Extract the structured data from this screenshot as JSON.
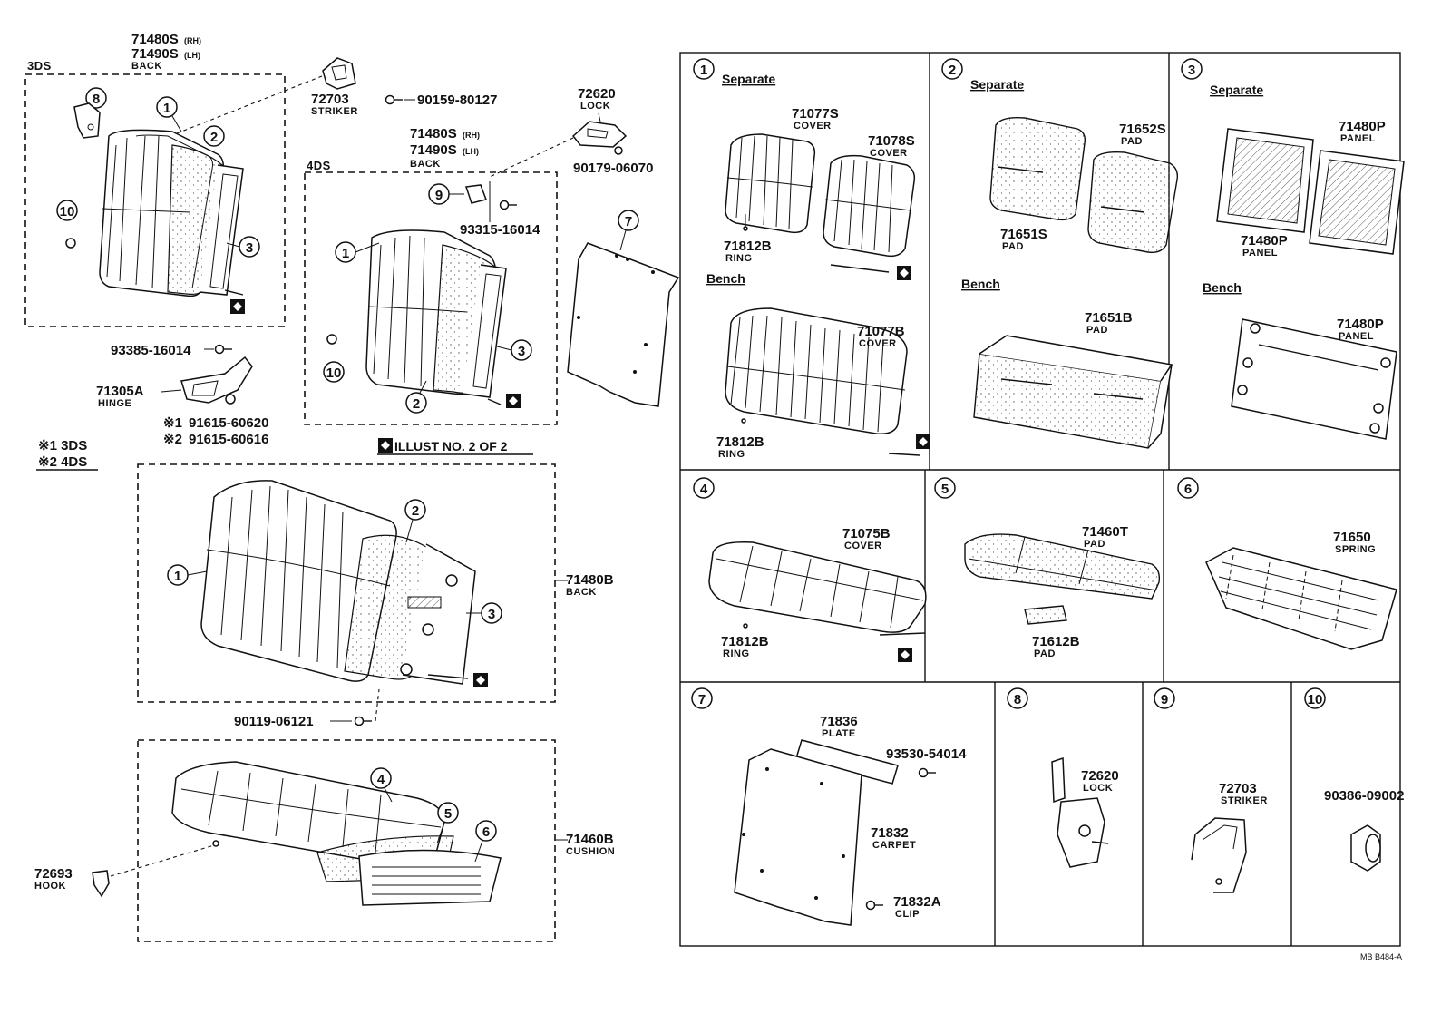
{
  "left": {
    "box_3ds": {
      "label": "3DS",
      "back_rh": "71480S",
      "back_rh_suffix": "(RH)",
      "back_lh": "71490S",
      "back_lh_suffix": "(LH)",
      "back_name": "BACK",
      "callouts": [
        "1",
        "2",
        "3",
        "8",
        "10"
      ]
    },
    "striker_no": "72703",
    "striker_name": "STRIKER",
    "bolt_striker": "90159-80127",
    "lock_no": "72620",
    "lock_name": "LOCK",
    "bolt_lock": "90179-06070",
    "box_4ds": {
      "label": "4DS",
      "back_rh": "71480S",
      "back_rh_suffix": "(RH)",
      "back_lh": "71490S",
      "back_lh_suffix": "(LH)",
      "back_name": "BACK",
      "callouts": [
        "1",
        "2",
        "3",
        "9",
        "10"
      ],
      "bolt": "93315-16014"
    },
    "callout_7": "7",
    "bolt_hinge": "93385-16014",
    "hinge_no": "71305A",
    "hinge_name": "HINGE",
    "note1": "※1",
    "note1_part": "91615-60620",
    "note2": "※2",
    "note2_part": "91615-60616",
    "legend1": "※1 3DS",
    "legend2": "※2 4DS",
    "illust_note": "ILLUST NO. 2 OF 2",
    "bench_back_no": "71480B",
    "bench_back_name": "BACK",
    "bench_callouts": [
      "1",
      "2",
      "3"
    ],
    "bolt_bottom": "90119-06121",
    "cushion_no": "71460B",
    "cushion_name": "CUSHION",
    "cushion_callouts": [
      "4",
      "5",
      "6"
    ],
    "hook_no": "72693",
    "hook_name": "HOOK"
  },
  "grid": {
    "cells": [
      {
        "num": "1",
        "sep": "Separate",
        "bench": "Bench",
        "parts": [
          {
            "no": "71077S",
            "name": "COVER"
          },
          {
            "no": "71078S",
            "name": "COVER"
          },
          {
            "no": "71812B",
            "name": "RING"
          },
          {
            "no": "71077B",
            "name": "COVER"
          },
          {
            "no": "71812B",
            "name": "RING"
          }
        ]
      },
      {
        "num": "2",
        "sep": "Separate",
        "bench": "Bench",
        "parts": [
          {
            "no": "71652S",
            "name": "PAD"
          },
          {
            "no": "71651S",
            "name": "PAD"
          },
          {
            "no": "71651B",
            "name": "PAD"
          }
        ]
      },
      {
        "num": "3",
        "sep": "Separate",
        "bench": "Bench",
        "parts": [
          {
            "no": "71480P",
            "name": "PANEL"
          },
          {
            "no": "71480P",
            "name": "PANEL"
          },
          {
            "no": "71480P",
            "name": "PANEL"
          }
        ]
      },
      {
        "num": "4",
        "parts": [
          {
            "no": "71075B",
            "name": "COVER"
          },
          {
            "no": "71812B",
            "name": "RING"
          }
        ]
      },
      {
        "num": "5",
        "parts": [
          {
            "no": "71460T",
            "name": "PAD"
          },
          {
            "no": "71612B",
            "name": "PAD"
          }
        ]
      },
      {
        "num": "6",
        "parts": [
          {
            "no": "71650",
            "name": "SPRING"
          }
        ]
      },
      {
        "num": "7",
        "parts": [
          {
            "no": "71836",
            "name": "PLATE"
          },
          {
            "no": "93530-54014",
            "name": ""
          },
          {
            "no": "71832",
            "name": "CARPET"
          },
          {
            "no": "71832A",
            "name": "CLIP"
          }
        ]
      },
      {
        "num": "8",
        "parts": [
          {
            "no": "72620",
            "name": "LOCK"
          }
        ]
      },
      {
        "num": "9",
        "parts": [
          {
            "no": "72703",
            "name": "STRIKER"
          }
        ]
      },
      {
        "num": "10",
        "parts": [
          {
            "no": "90386-09002",
            "name": ""
          }
        ]
      }
    ]
  },
  "footer_code": "MB B484-A"
}
